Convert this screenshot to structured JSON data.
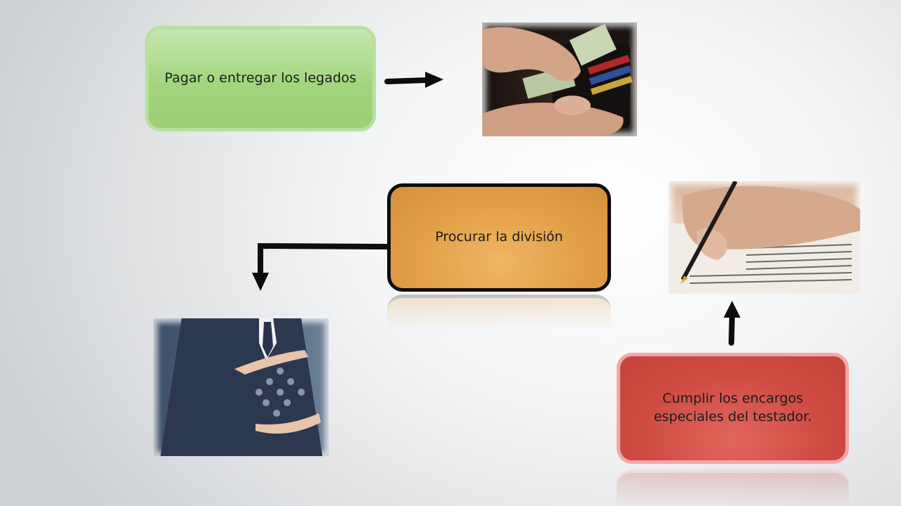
{
  "diagram": {
    "nodes": [
      {
        "id": "legados",
        "label": "Pagar o entregar los legados"
      },
      {
        "id": "division",
        "label": "Procurar la división"
      },
      {
        "id": "encargos",
        "label": "Cumplir los encargos especiales del testador."
      }
    ],
    "images": [
      {
        "id": "wallet",
        "icon": "wallet-with-money-photo"
      },
      {
        "id": "writing",
        "icon": "hand-writing-document-photo"
      },
      {
        "id": "businessman",
        "icon": "businessman-protecting-people-photo"
      }
    ],
    "arrows": [
      {
        "from": "legados",
        "to": "wallet"
      },
      {
        "from": "division",
        "to": "businessman"
      },
      {
        "from": "encargos",
        "to": "writing"
      }
    ],
    "colors": {
      "green_box": "#a3d57f",
      "orange_box": "#e3a14a",
      "red_box": "#cf4c43",
      "arrow": "#0d0d0d"
    }
  }
}
